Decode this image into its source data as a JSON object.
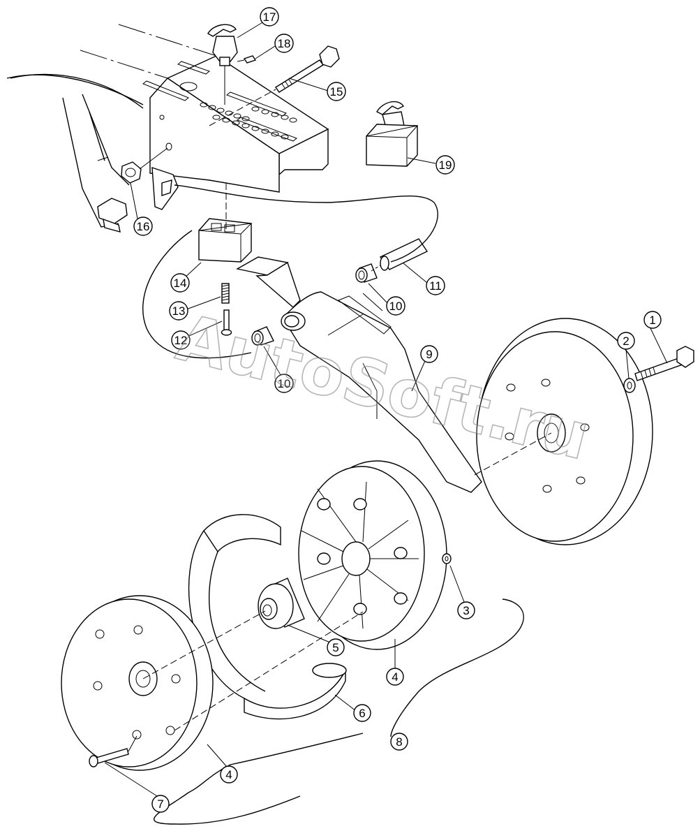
{
  "diagram": {
    "callouts": [
      {
        "id": "c1",
        "label": "1"
      },
      {
        "id": "c2",
        "label": "2"
      },
      {
        "id": "c3",
        "label": "3"
      },
      {
        "id": "c4a",
        "label": "4"
      },
      {
        "id": "c4b",
        "label": "4"
      },
      {
        "id": "c5",
        "label": "5"
      },
      {
        "id": "c6",
        "label": "6"
      },
      {
        "id": "c7",
        "label": "7"
      },
      {
        "id": "c8",
        "label": "8"
      },
      {
        "id": "c9",
        "label": "9"
      },
      {
        "id": "c10a",
        "label": "10"
      },
      {
        "id": "c10b",
        "label": "10"
      },
      {
        "id": "c11",
        "label": "11"
      },
      {
        "id": "c12",
        "label": "12"
      },
      {
        "id": "c13",
        "label": "13"
      },
      {
        "id": "c14",
        "label": "14"
      },
      {
        "id": "c15",
        "label": "15"
      },
      {
        "id": "c16",
        "label": "16"
      },
      {
        "id": "c17",
        "label": "17"
      },
      {
        "id": "c18",
        "label": "18"
      },
      {
        "id": "c19",
        "label": "19"
      }
    ],
    "watermark": "AutoSoft.ru"
  }
}
